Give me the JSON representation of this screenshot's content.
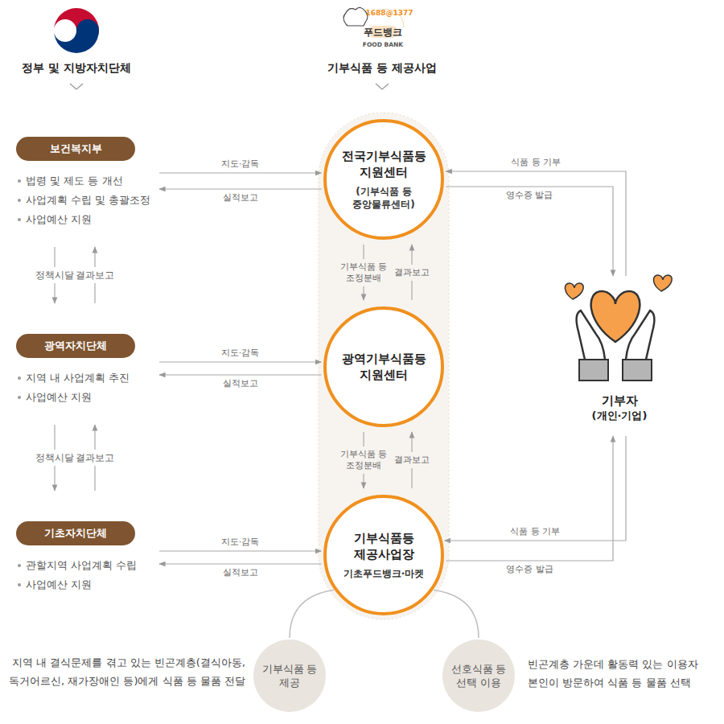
{
  "diagram": {
    "nodes": [
      {
        "text": [
          "보건복지부",
          "법령 및 제도 등 개선",
          "사업계획 수립 및 총괄조정",
          "사업예산 지원"
        ]
      },
      {
        "text": [
          "광역자치단체",
          "지역 내 사업계획 추진",
          "사업예산 지원"
        ]
      },
      {
        "text": [
          "기초자치단체",
          "관할지역 사업계획 수립",
          "사업예산 지원"
        ]
      },
      {
        "text": [
          "전국기부식품등 지원센터",
          "(기부식품 등 중앙물류센터)"
        ]
      },
      {
        "text": [
          "광역기부식품등 지원센터"
        ]
      },
      {
        "text": [
          "기부식품등 제공사업장",
          "기초푸드뱅크·마켓"
        ]
      },
      {
        "text": [
          "기부자",
          "(개인·기업)"
        ]
      },
      {
        "text": [
          "기부식품 등 제공"
        ]
      },
      {
        "text": [
          "선호식품 등 선택 이용"
        ]
      }
    ],
    "edges": [
      {
        "from": 0,
        "to": 3,
        "label": "지도·감독",
        "arrow": "to"
      },
      {
        "from": 3,
        "to": 0,
        "label": "실적보고",
        "arrow": "to"
      },
      {
        "from": 1,
        "to": 4,
        "label": "지도·감독",
        "arrow": "to"
      },
      {
        "from": 4,
        "to": 1,
        "label": "실적보고",
        "arrow": "to"
      },
      {
        "from": 2,
        "to": 5,
        "label": "지도·감독",
        "arrow": "to"
      },
      {
        "from": 5,
        "to": 2,
        "label": "실적보고",
        "arrow": "to"
      },
      {
        "from": 0,
        "to": 1,
        "label": "정책시달",
        "arrow": "to"
      },
      {
        "from": 1,
        "to": 0,
        "label": "결과보고",
        "arrow": "to"
      },
      {
        "from": 1,
        "to": 2,
        "label": "정책시달",
        "arrow": "to"
      },
      {
        "from": 2,
        "to": 1,
        "label": "결과보고",
        "arrow": "to"
      },
      {
        "from": 3,
        "to": 4,
        "label": "기부식품 등 조정분배",
        "arrow": "to"
      },
      {
        "from": 4,
        "to": 3,
        "label": "결과보고",
        "arrow": "to"
      },
      {
        "from": 4,
        "to": 5,
        "label": "기부식품 등 조정분배",
        "arrow": "to"
      },
      {
        "from": 5,
        "to": 4,
        "label": "결과보고",
        "arrow": "to"
      },
      {
        "from": 6,
        "to": 3,
        "label": "식품 등 기부",
        "arrow": "to"
      },
      {
        "from": 3,
        "to": 6,
        "label": "영수증 발급",
        "arrow": "to"
      },
      {
        "from": 6,
        "to": 5,
        "label": "식품 등 기부",
        "arrow": "to"
      },
      {
        "from": 5,
        "to": 6,
        "label": "영수증 발급",
        "arrow": "to"
      },
      {
        "from": 5,
        "to": 7,
        "arrow": "none"
      },
      {
        "from": 5,
        "to": 8,
        "arrow": "none"
      }
    ],
    "labels": [
      "정부 및 지방자치단체",
      "기부식품 등 제공사업",
      "1688@1377",
      "푸드뱅크",
      "FOOD BANK",
      "지역 내 결식문제를 겪고 있는 빈곤계층(결식아동, 독거어르신, 재가장애인 등)에게 식품 등 물품 전달",
      "빈곤계층 가운데 활동력 있는 이용자 본인이 방문하여 식품 등 물품 선택"
    ]
  }
}
